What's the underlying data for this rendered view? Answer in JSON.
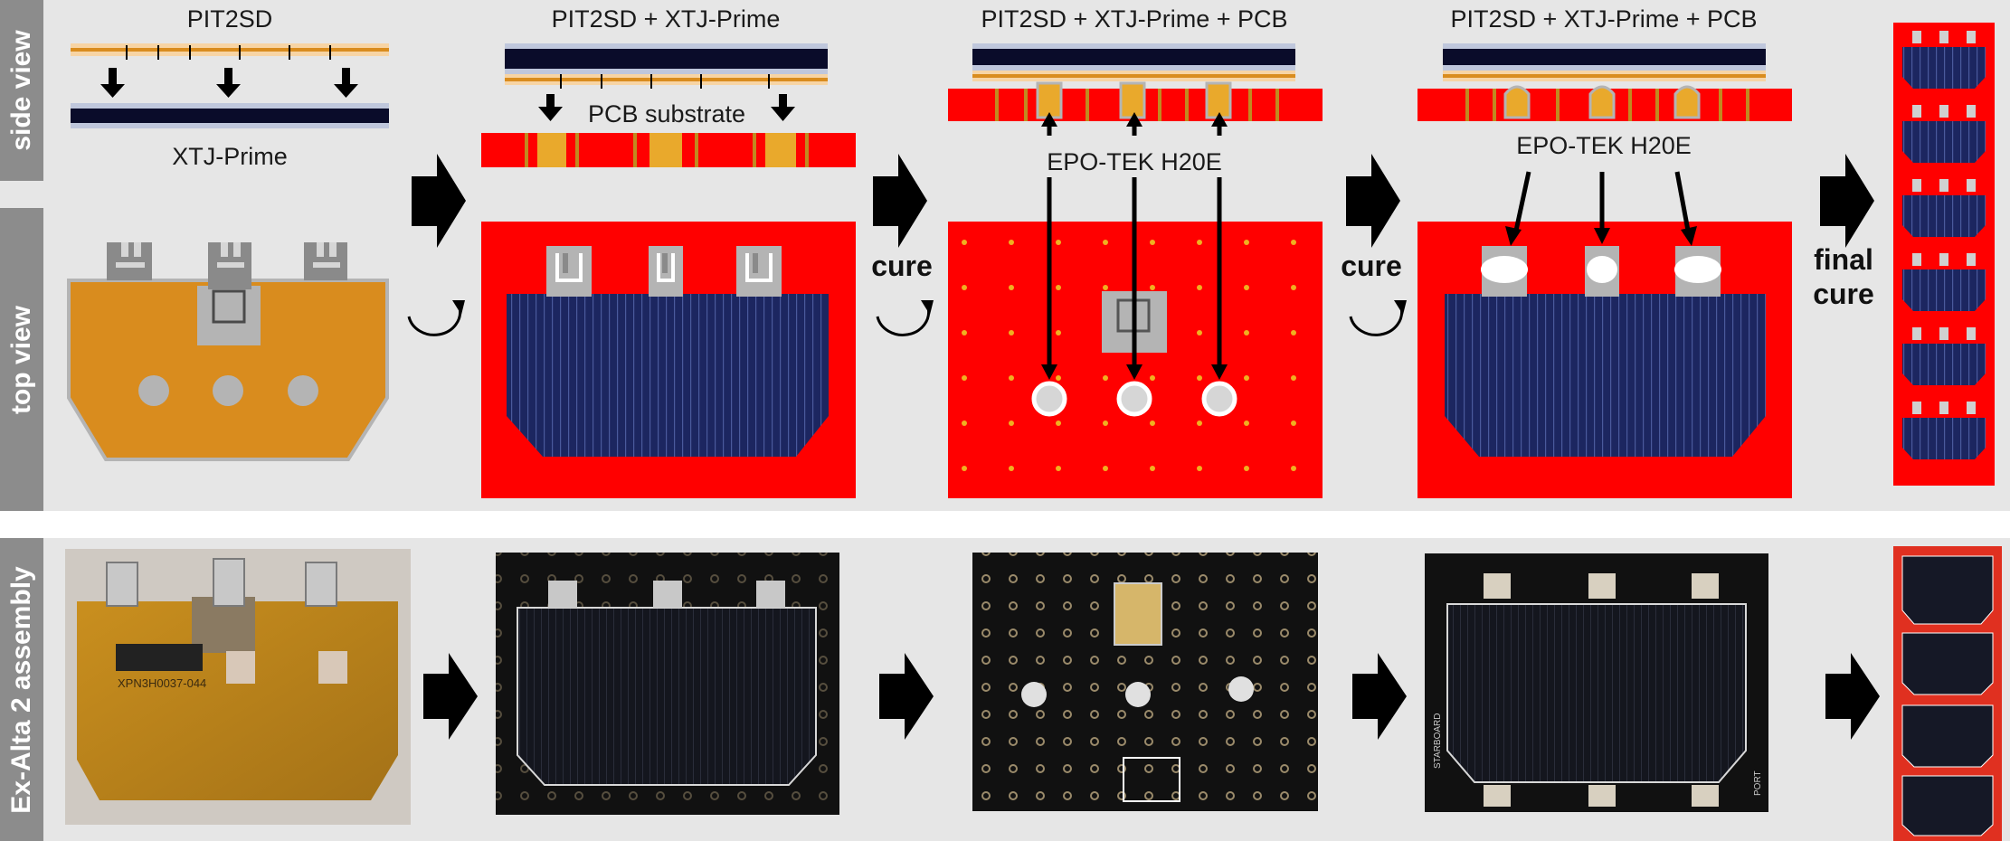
{
  "labels": {
    "side_view": "side view",
    "top_view": "top view",
    "assembly": "Ex-Alta 2 assembly"
  },
  "side_captions": {
    "step1_top": "PIT2SD",
    "step1_bottom": "XTJ-Prime",
    "step2": "PIT2SD + XTJ-Prime",
    "step2_substrate": "PCB substrate",
    "step3": "PIT2SD + XTJ-Prime + PCB",
    "step4": "PIT2SD + XTJ-Prime + PCB",
    "epoxy3": "EPO-TEK H20E",
    "epoxy4": "EPO-TEK H20E"
  },
  "transitions": {
    "cure1": "cure",
    "cure2": "cure",
    "final": "final cure"
  },
  "photo_marks": {
    "barcode_text": "XPN3H0037-044",
    "starboard": "STARBOARD",
    "port": "PORT"
  },
  "colors": {
    "band_bg": "#e6e6e6",
    "sidebar": "#8c8c8c",
    "pcb_red": "#ff0000",
    "kapton": "#d98c1e",
    "cell_navy": "#1c2660",
    "tab_gray": "#b4b4b4",
    "epoxy": "#ffffff",
    "board_black": "#111111"
  }
}
